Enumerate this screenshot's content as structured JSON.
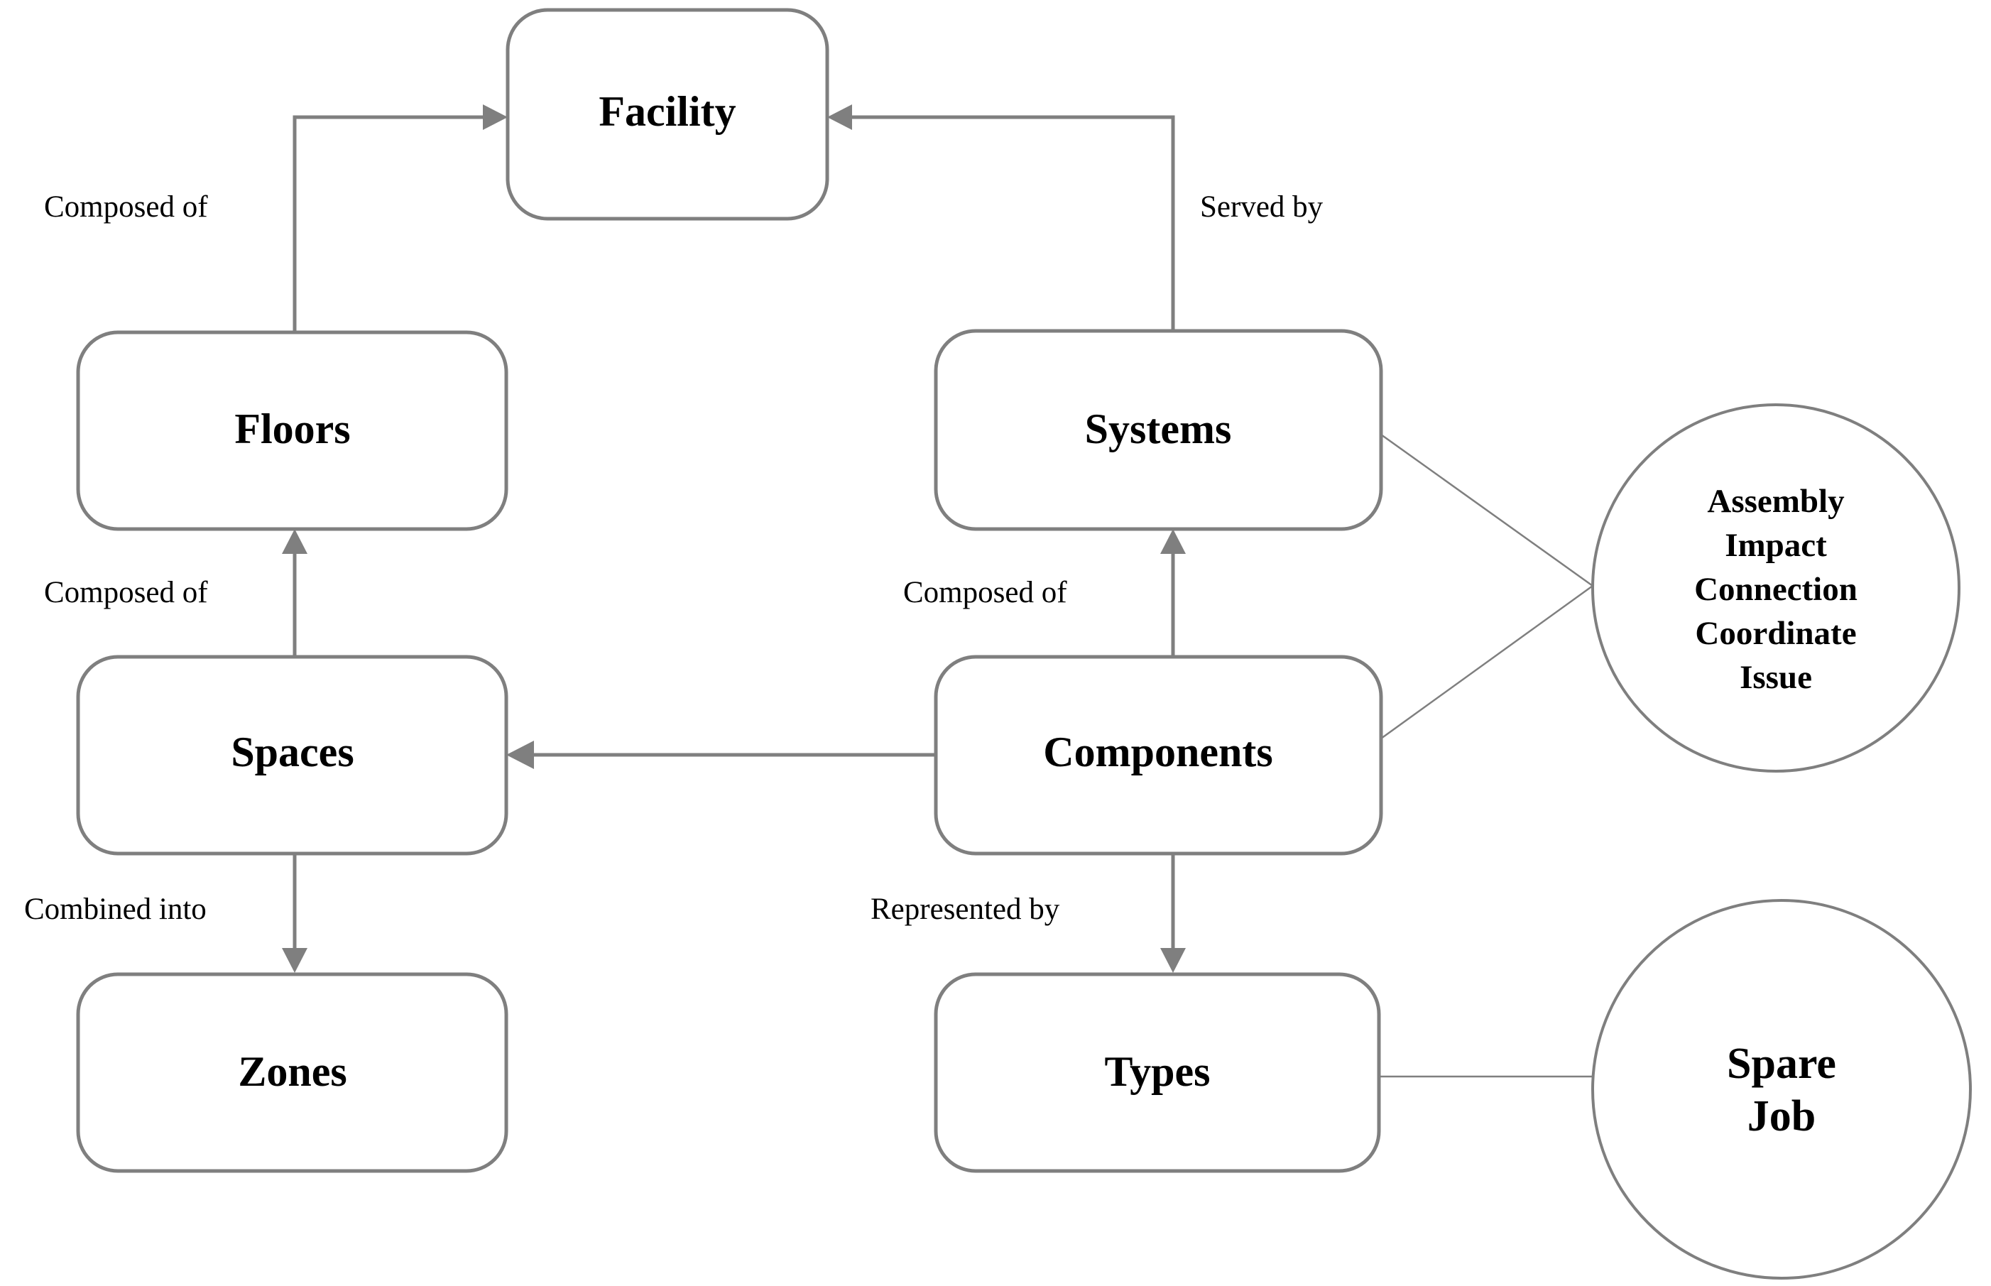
{
  "diagram": {
    "type": "entity-relationship-diagram",
    "background_color": "#ffffff",
    "stroke_color": "#7f7f7f",
    "text_color": "#000000",
    "nodes": [
      {
        "id": "facility",
        "shape": "rounded-rect",
        "label": "Facility"
      },
      {
        "id": "floors",
        "shape": "rounded-rect",
        "label": "Floors"
      },
      {
        "id": "spaces",
        "shape": "rounded-rect",
        "label": "Spaces"
      },
      {
        "id": "zones",
        "shape": "rounded-rect",
        "label": "Zones"
      },
      {
        "id": "systems",
        "shape": "rounded-rect",
        "label": "Systems"
      },
      {
        "id": "components",
        "shape": "rounded-rect",
        "label": "Components"
      },
      {
        "id": "types",
        "shape": "rounded-rect",
        "label": "Types"
      }
    ],
    "circles": [
      {
        "id": "attributes-circle",
        "shape": "circle",
        "lines": [
          "Assembly",
          "Impact",
          "Connection",
          "Coordinate",
          "Issue"
        ]
      },
      {
        "id": "spare-job-circle",
        "shape": "circle",
        "lines": [
          "Spare",
          "Job"
        ]
      }
    ],
    "edges": [
      {
        "id": "floors-to-facility",
        "from": "floors",
        "to": "facility",
        "label": "Composed of",
        "arrow": true
      },
      {
        "id": "systems-to-facility",
        "from": "systems",
        "to": "facility",
        "label": "Served by",
        "arrow": true
      },
      {
        "id": "spaces-to-floors",
        "from": "spaces",
        "to": "floors",
        "label": "Composed of",
        "arrow": true
      },
      {
        "id": "spaces-to-zones",
        "from": "spaces",
        "to": "zones",
        "label": "Combined into",
        "arrow": true
      },
      {
        "id": "components-to-systems",
        "from": "components",
        "to": "systems",
        "label": "Composed of",
        "arrow": true
      },
      {
        "id": "components-to-spaces",
        "from": "components",
        "to": "spaces",
        "label": "",
        "arrow": true
      },
      {
        "id": "components-to-types",
        "from": "components",
        "to": "types",
        "label": "Represented by",
        "arrow": true
      },
      {
        "id": "systems-to-attributes",
        "from": "systems",
        "to": "attributes-circle",
        "label": "",
        "arrow": false
      },
      {
        "id": "components-to-attributes",
        "from": "components",
        "to": "attributes-circle",
        "label": "",
        "arrow": false
      },
      {
        "id": "types-to-spare-job",
        "from": "types",
        "to": "spare-job-circle",
        "label": "",
        "arrow": false
      }
    ],
    "labels": {
      "facility": "Facility",
      "floors": "Floors",
      "spaces": "Spaces",
      "zones": "Zones",
      "systems": "Systems",
      "components": "Components",
      "types": "Types",
      "composed_of_floors": "Composed of",
      "composed_of_spaces": "Composed of",
      "composed_of_components": "Composed of",
      "served_by": "Served by",
      "combined_into": "Combined into",
      "represented_by": "Represented by",
      "circle_line_1": "Assembly",
      "circle_line_2": "Impact",
      "circle_line_3": "Connection",
      "circle_line_4": "Coordinate",
      "circle_line_5": "Issue",
      "spare": "Spare",
      "job": "Job"
    }
  }
}
